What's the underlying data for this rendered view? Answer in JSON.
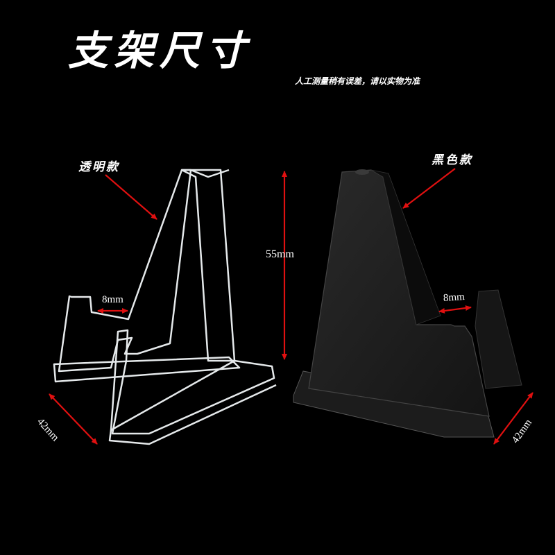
{
  "header": {
    "title": "支架尺寸",
    "note": "人工测量稍有误差，请以实物为准"
  },
  "products": [
    {
      "label": "透明款",
      "variant": "transparent",
      "color": "#e8eef2"
    },
    {
      "label": "黑色款",
      "variant": "black",
      "color": "#1a1a1a"
    }
  ],
  "dimensions": {
    "height": "55mm",
    "slot_width_left": "8mm",
    "slot_width_right": "8mm",
    "depth_left": "42mm",
    "depth_right": "42mm"
  },
  "colors": {
    "background": "#000000",
    "arrow": "#e01010",
    "text": "#ffffff"
  }
}
